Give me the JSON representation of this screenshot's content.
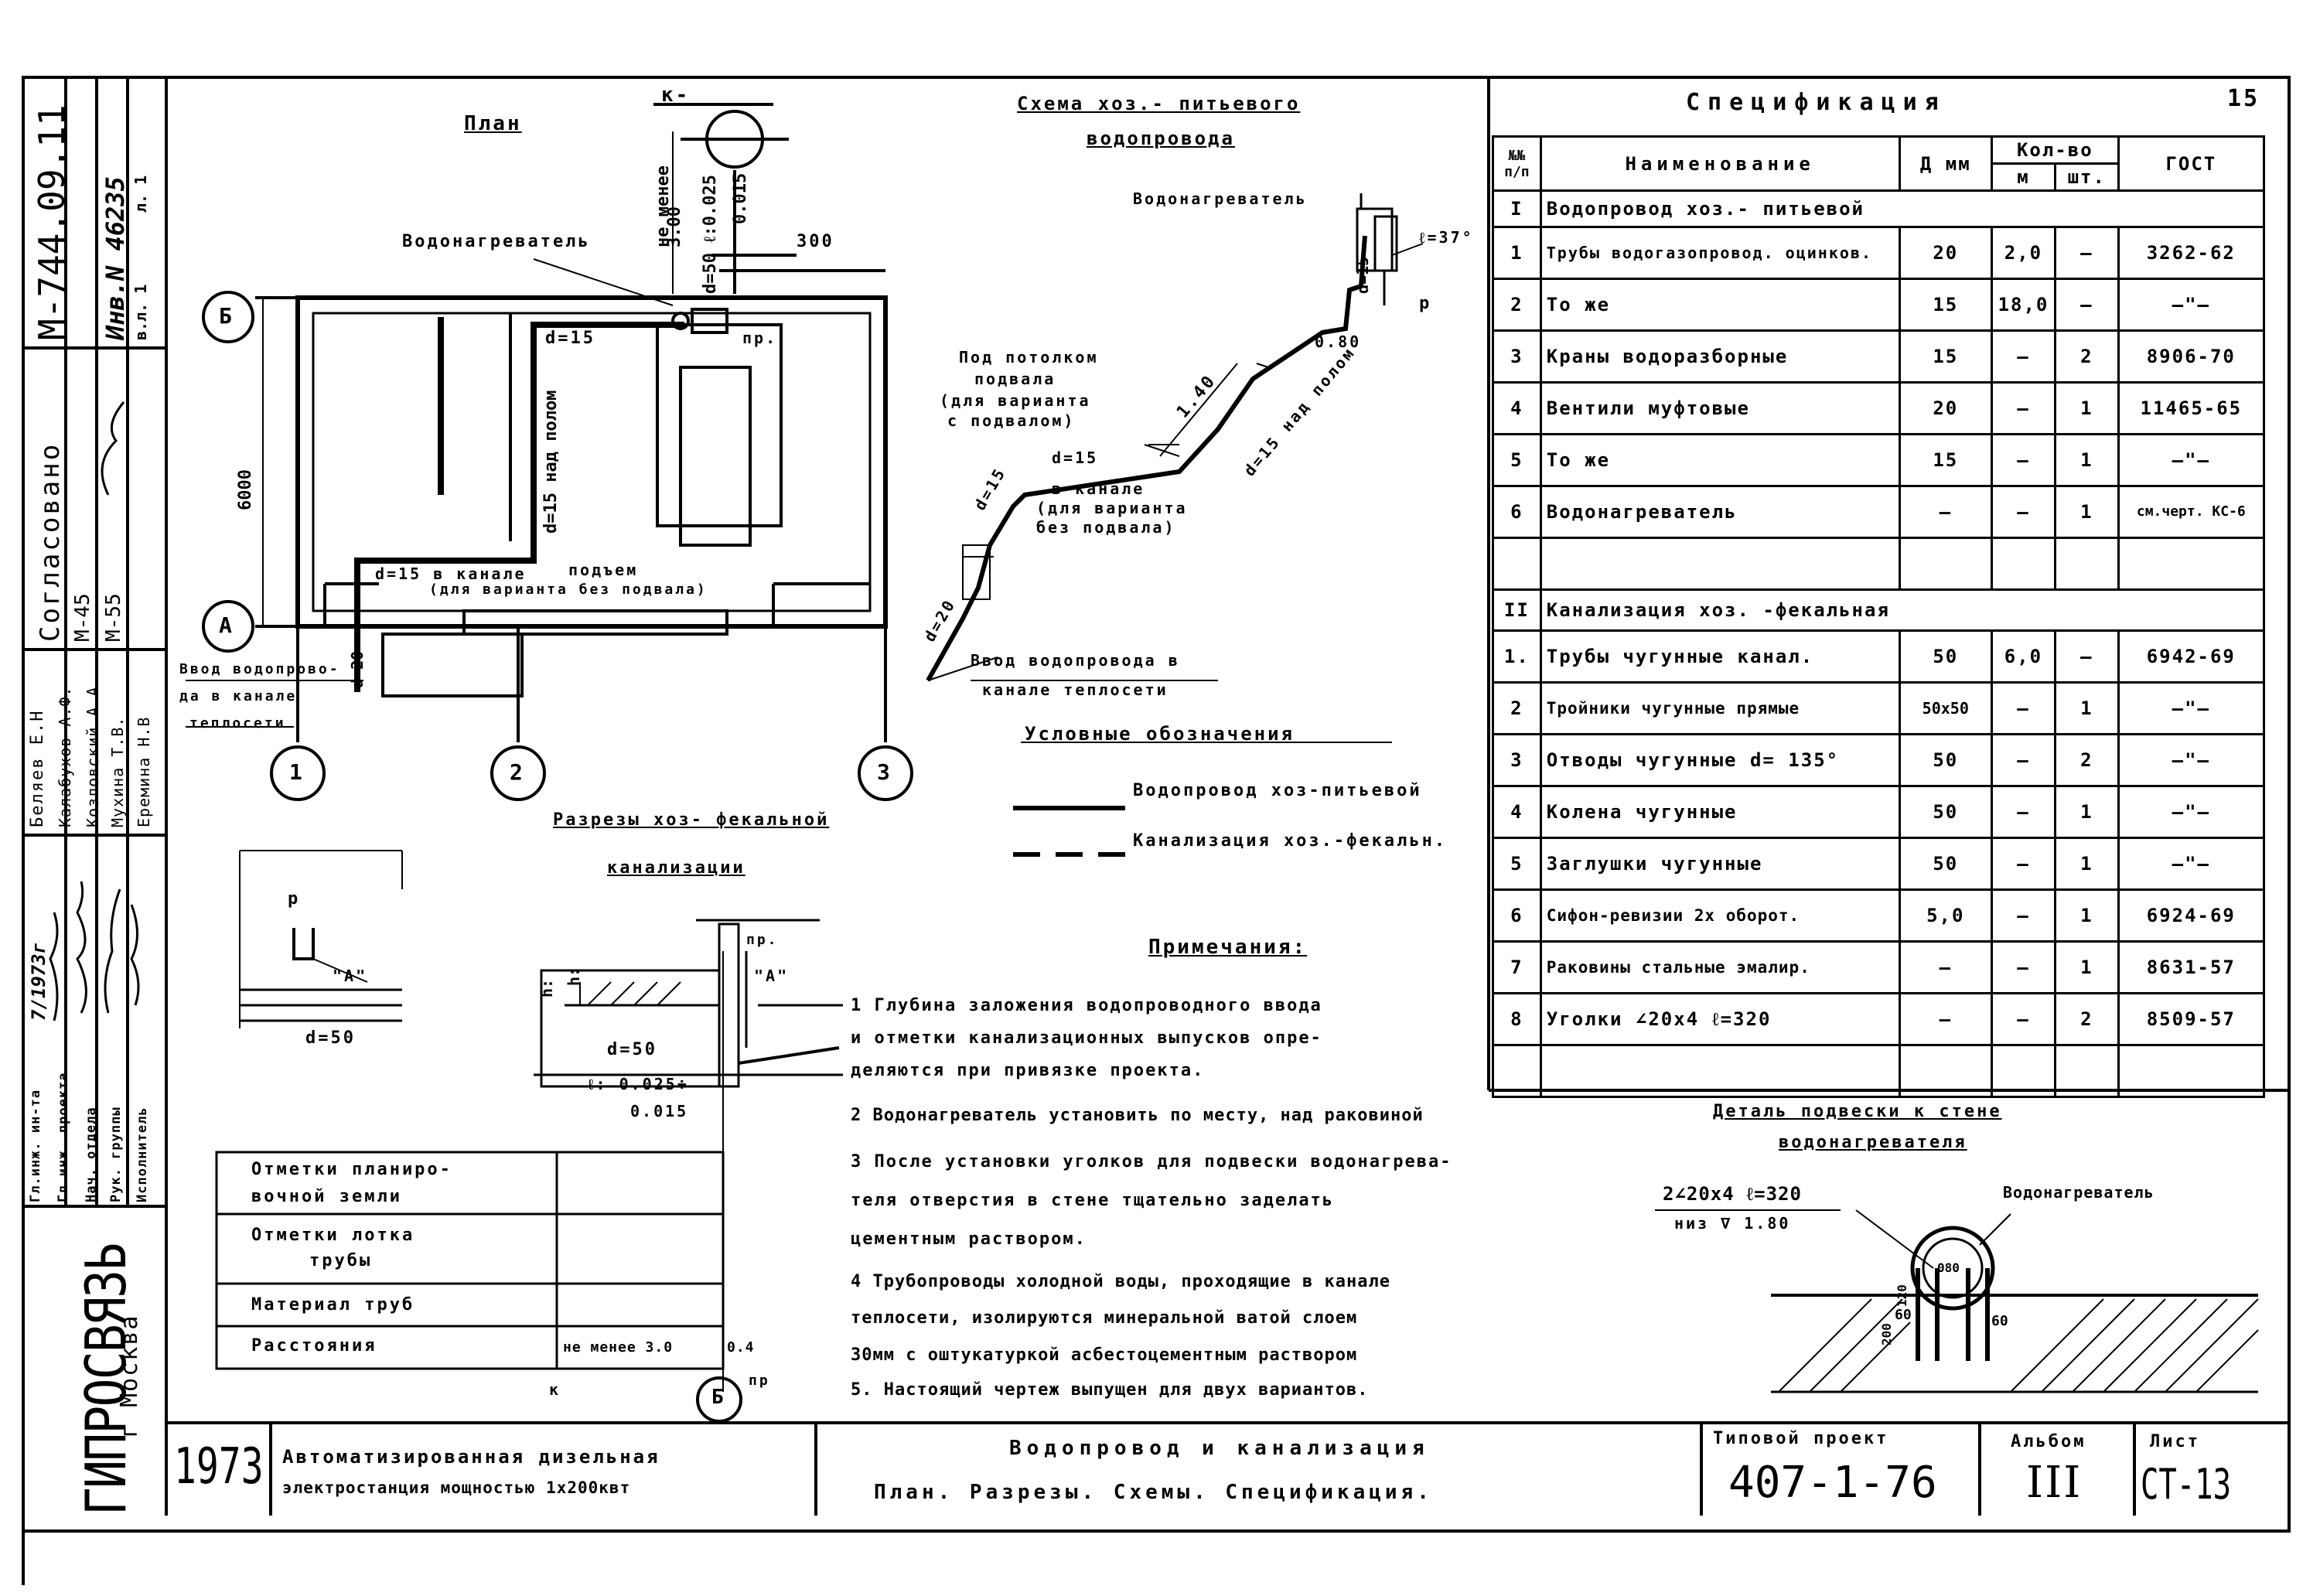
{
  "plan": {
    "title": "План",
    "k_label": "к-",
    "heater_label": "Водонагреватель",
    "not_less": "не менее",
    "dim_300": "3.00",
    "dim_slope": "d=50 ℓ:0.025",
    "dim_015": "0.015",
    "dim_top": "300",
    "dim_6000": "6000",
    "axis_b": "Б",
    "axis_a": "А",
    "axis_1": "1",
    "axis_2": "2",
    "axis_3": "3",
    "pipe_d15": "d=15",
    "pipe_floor": "d=15 над полом",
    "pipe_channel": "d=15 в канале",
    "rise": "подъем",
    "variant_no_basement": "(для варианта без подвала)",
    "pr": "пр.",
    "d20": "d=20",
    "entry": "Ввод водопрово-",
    "entry2": "да в канале",
    "entry3": "теплосети"
  },
  "scheme": {
    "title1": "Схема хоз.- питьевого",
    "title2": "водопровода",
    "heater": "Водонагреватель",
    "angle": "ℓ=37°",
    "p": "р",
    "d15": "d=15",
    "dim_080": "0.80",
    "dim_140": "1.40",
    "d15_floor": "d=15 над полом",
    "under_ceiling1": "Под потолком",
    "under_ceiling2": "подвала",
    "under_ceiling3": "(для варианта",
    "under_ceiling4": "с подвалом)",
    "d15b": "d=15",
    "d15c": "d=15",
    "in_channel1": "в канале",
    "in_channel2": "(для варианта",
    "in_channel3": "без подвала)",
    "d20": "d=20",
    "entry1": "Ввод водопровода в",
    "entry2": "канале теплосети"
  },
  "legend": {
    "title": "Условные обозначения",
    "water": "Водопровод хоз-питьевой",
    "sewer": "Канализация хоз.-фекальн."
  },
  "sections": {
    "title1": "Разрезы хоз- фекальной",
    "title2": "канализации",
    "p": "р",
    "a1": "\"А\"",
    "a2": "\"А\"",
    "pr": "пр.",
    "h1": "h:",
    "h2": "h:",
    "d50a": "d=50",
    "d50b": "d=50",
    "slope1": "ℓ: 0.025÷",
    "slope2": "0.015",
    "rows": [
      {
        "label1": "Отметки планиро-",
        "label2": "вочной земли"
      },
      {
        "label1": "Отметки лотка",
        "label2": "трубы"
      },
      {
        "label1": "Материал труб",
        "label2": ""
      },
      {
        "label1": "Расстояния",
        "label2": ""
      }
    ],
    "dist_value": "не менее 3.0",
    "dist_small": "0.4",
    "k": "к",
    "b": "Б",
    "pr2": "пр"
  },
  "notes": {
    "title": "Примечания:",
    "items": [
      "1  Глубина заложения водопроводного ввода",
      "   и отметки канализационных выпусков опре-",
      "   деляются при привязке проекта.",
      "2 Водонагреватель установить по месту, над раковиной",
      "3 После установки уголков для подвески водонагрева-",
      "   теля отверстия в стене тщательно заделать",
      "   цементным раствором.",
      "4 Трубопроводы холодной воды, проходящие в канале",
      "   теплосети, изолируются минеральной ватой слоем",
      "   30мм с оштукатуркой асбестоцементным раствором",
      "5. Настоящий чертеж выпущен для двух вариантов."
    ]
  },
  "detail": {
    "title1": "Деталь подвески к стене",
    "title2": "водонагревателя",
    "angle_label": "2∠20x4  ℓ=320",
    "level": "низ ∇ 1.80",
    "heater": "Водонагреватель",
    "d60a": "60",
    "d60b": "60",
    "d200": "200",
    "d120": "120",
    "d080": "080"
  },
  "spec": {
    "title": "Спецификация",
    "sheet": "15",
    "headers": {
      "num": "№№ п/п",
      "name": "Наименование",
      "dmm": "Д мм",
      "qty": "Кол-во",
      "m": "м",
      "pcs": "шт.",
      "gost": "ГОСТ"
    },
    "sections": [
      {
        "num": "I",
        "title": "Водопровод хоз.- питьевой"
      },
      {
        "num": "II",
        "title": "Канализация хоз. -фекальная"
      }
    ],
    "rows1": [
      {
        "n": "1",
        "name": "Трубы водогазопровод. оцинков.",
        "d": "20",
        "m": "2,0",
        "pcs": "—",
        "gost": "3262-62"
      },
      {
        "n": "2",
        "name": "То же",
        "d": "15",
        "m": "18,0",
        "pcs": "—",
        "gost": "—\"—"
      },
      {
        "n": "3",
        "name": "Краны водоразборные",
        "d": "15",
        "m": "—",
        "pcs": "2",
        "gost": "8906-70"
      },
      {
        "n": "4",
        "name": "Вентили муфтовые",
        "d": "20",
        "m": "—",
        "pcs": "1",
        "gost": "11465-65"
      },
      {
        "n": "5",
        "name": "То же",
        "d": "15",
        "m": "—",
        "pcs": "1",
        "gost": "—\"—"
      },
      {
        "n": "6",
        "name": "Водонагреватель",
        "d": "—",
        "m": "—",
        "pcs": "1",
        "gost": "см.черт. КС-6"
      }
    ],
    "rows2": [
      {
        "n": "1.",
        "name": "Трубы чугунные канал.",
        "d": "50",
        "m": "6,0",
        "pcs": "—",
        "gost": "6942-69"
      },
      {
        "n": "2",
        "name": "Тройники чугунные прямые",
        "d": "50x50",
        "m": "—",
        "pcs": "1",
        "gost": "—\"—"
      },
      {
        "n": "3",
        "name": "Отводы чугунные d= 135°",
        "d": "50",
        "m": "—",
        "pcs": "2",
        "gost": "—\"—"
      },
      {
        "n": "4",
        "name": "Колена чугунные",
        "d": "50",
        "m": "—",
        "pcs": "1",
        "gost": "—\"—"
      },
      {
        "n": "5",
        "name": "Заглушки чугунные",
        "d": "50",
        "m": "—",
        "pcs": "1",
        "gost": "—\"—"
      },
      {
        "n": "6",
        "name": "Сифон-ревизии 2x оборот.",
        "d": "5,0",
        "m": "—",
        "pcs": "1",
        "gost": "6924-69"
      },
      {
        "n": "7",
        "name": "Раковины стальные эмалир.",
        "d": "—",
        "m": "—",
        "pcs": "1",
        "gost": "8631-57"
      },
      {
        "n": "8",
        "name": "Уголки ∠20x4  ℓ=320",
        "d": "—",
        "m": "—",
        "pcs": "2",
        "gost": "8509-57"
      }
    ]
  },
  "titleblock": {
    "year": "1973",
    "object1": "Автоматизированная дизельная",
    "object2": "электростанция мощностью 1х200квт",
    "sheet_title1": "Водопровод и канализация",
    "sheet_title2": "План. Разрезы. Схемы. Спецификация.",
    "type_project_label": "Типовой проект",
    "type_project": "407-1-76",
    "album_label": "Альбом",
    "album": "III",
    "list_label": "Лист",
    "list": "СТ-13",
    "org": "ГИПРОСВЯЗЬ",
    "city": "г Москва"
  },
  "sidebar": {
    "code": "М-744.09.11",
    "inv": "Инв.N 46235",
    "v": "в.л. 1",
    "l": "л. 1",
    "agreed": "Согласовано",
    "m45": "М-45",
    "m55": "М-55",
    "roles": [
      "Гл.инж. ин-та",
      "Гл.инж. проекта",
      "Нач. отдела",
      "Рук. группы",
      "Исполнитель"
    ],
    "names": [
      "Беляев Е.Н",
      "Калабухов А.Ф.",
      "Козловский А.А.",
      "Мухина Т.В.",
      "Еремина Н.В"
    ],
    "dates": [
      "7/1973г",
      "",
      "",
      "",
      ""
    ]
  }
}
